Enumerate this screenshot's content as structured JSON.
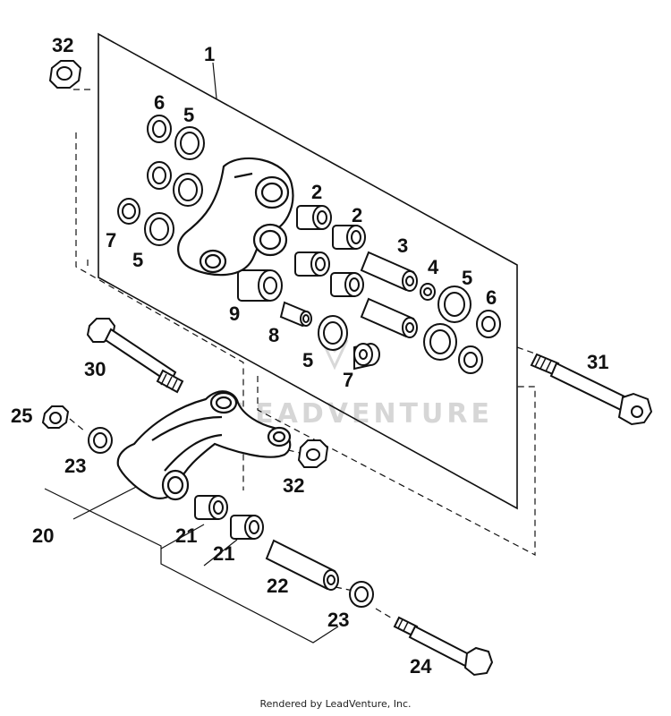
{
  "diagram": {
    "callouts": {
      "c1": "1",
      "c2a": "2",
      "c2b": "2",
      "c3": "3",
      "c4": "4",
      "c5a": "5",
      "c5b": "5",
      "c5c": "5",
      "c5d": "5",
      "c6a": "6",
      "c6b": "6",
      "c7a": "7",
      "c7b": "7",
      "c8": "8",
      "c9": "9",
      "c20": "20",
      "c21a": "21",
      "c21b": "21",
      "c22": "22",
      "c23a": "23",
      "c23b": "23",
      "c24": "24",
      "c25": "25",
      "c30": "30",
      "c31": "31",
      "c32a": "32",
      "c32b": "32"
    },
    "watermark": "LEADVENTURE"
  },
  "footer": {
    "credit": "Rendered by LeadVenture, Inc."
  }
}
